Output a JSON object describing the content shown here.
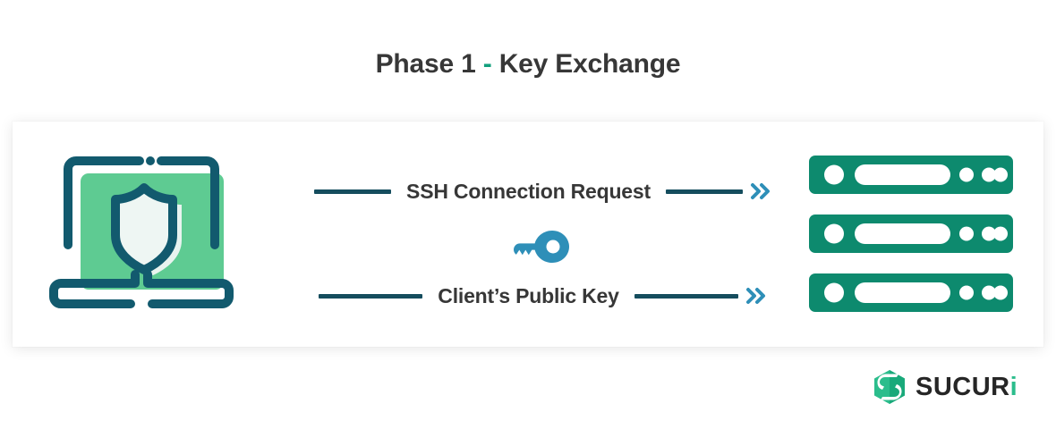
{
  "title": {
    "prefix": "Phase 1",
    "dash": "-",
    "suffix": "Key Exchange",
    "full": "Phase 1 - Key Exchange"
  },
  "colors": {
    "title_text": "#373737",
    "title_dash_green": "#12a07d",
    "card_background": "#ffffff",
    "page_background": "#ffffff",
    "laptop_outline_dark_teal": "#125a6e",
    "laptop_screen_green": "#5ecb92",
    "shield_fill_mint": "#e8f3ef",
    "line_dark_navy": "#154d5e",
    "chevron_blue": "#2e8fb8",
    "key_blue": "#2e8fb8",
    "server_green": "#0d8a6e",
    "server_detail_white": "#ffffff",
    "logo_mark_green": "#2bbd8c",
    "logo_mark_green_dark": "#19a97a",
    "logo_text_dark": "#262626"
  },
  "diagram": {
    "client_icon": "laptop-shield-icon",
    "server_icon": "server-stack-icon",
    "server_unit_count": 3,
    "key_icon": "key-icon",
    "flows": [
      {
        "label": "SSH Connection Request",
        "direction": "client-to-server",
        "arrow": "double-chevron-right"
      },
      {
        "label": "Client’s Public Key",
        "direction": "client-to-server",
        "arrow": "double-chevron-right"
      }
    ]
  },
  "footer": {
    "brand_name": "SUCUR",
    "brand_name_accent": "i",
    "brand_full": "SUCURi",
    "logo_mark": "sucuri-hexagon-logo"
  }
}
